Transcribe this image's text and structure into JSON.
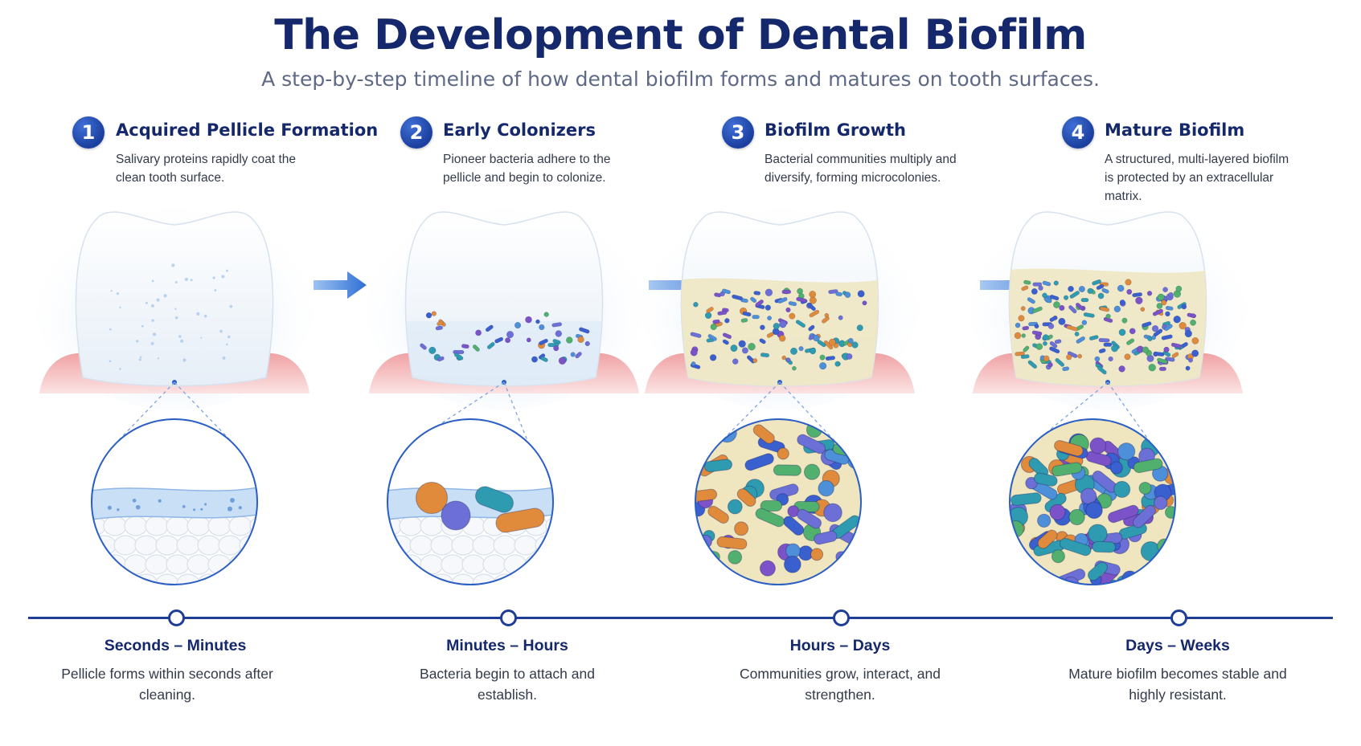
{
  "title": "The Development of Dental Biofilm",
  "subtitle": "A step-by-step timeline of how dental biofilm forms and matures on tooth surfaces.",
  "steps": [
    {
      "number": "1",
      "title": "Acquired Pellicle Formation",
      "description": "Salivary proteins rapidly coat the clean tooth surface.",
      "time_label": "Seconds – Minutes",
      "time_description": "Pellicle forms within seconds after cleaning."
    },
    {
      "number": "2",
      "title": "Early Colonizers",
      "description": "Pioneer bacteria adhere to the pellicle and begin to colonize.",
      "time_label": "Minutes – Hours",
      "time_description": "Bacteria begin to attach and establish."
    },
    {
      "number": "3",
      "title": "Biofilm Growth",
      "description": "Bacterial communities multiply and diversify, forming microcolonies.",
      "time_label": "Hours – Days",
      "time_description": "Communities grow, interact, and strengthen."
    },
    {
      "number": "4",
      "title": "Mature Biofilm",
      "description": "A structured, multi-layered biofilm is protected by an extracellular matrix.",
      "time_label": "Days – Weeks",
      "time_description": "Mature biofilm becomes stable and highly resistant."
    }
  ],
  "colors": {
    "title": "#14286b",
    "accent": "#1e3d95",
    "arrow": "#3b78d8",
    "gum": "#e58a8e",
    "matrix": "#efe6c0",
    "bacteria": [
      "#3a5fcf",
      "#4d8fd9",
      "#52b06f",
      "#7b52c7",
      "#e08a3c",
      "#2f9bb0",
      "#6b6fd6"
    ]
  },
  "icons": [
    "right-arrow-icon",
    "tooth-icon",
    "magnifier-circle-icon"
  ]
}
